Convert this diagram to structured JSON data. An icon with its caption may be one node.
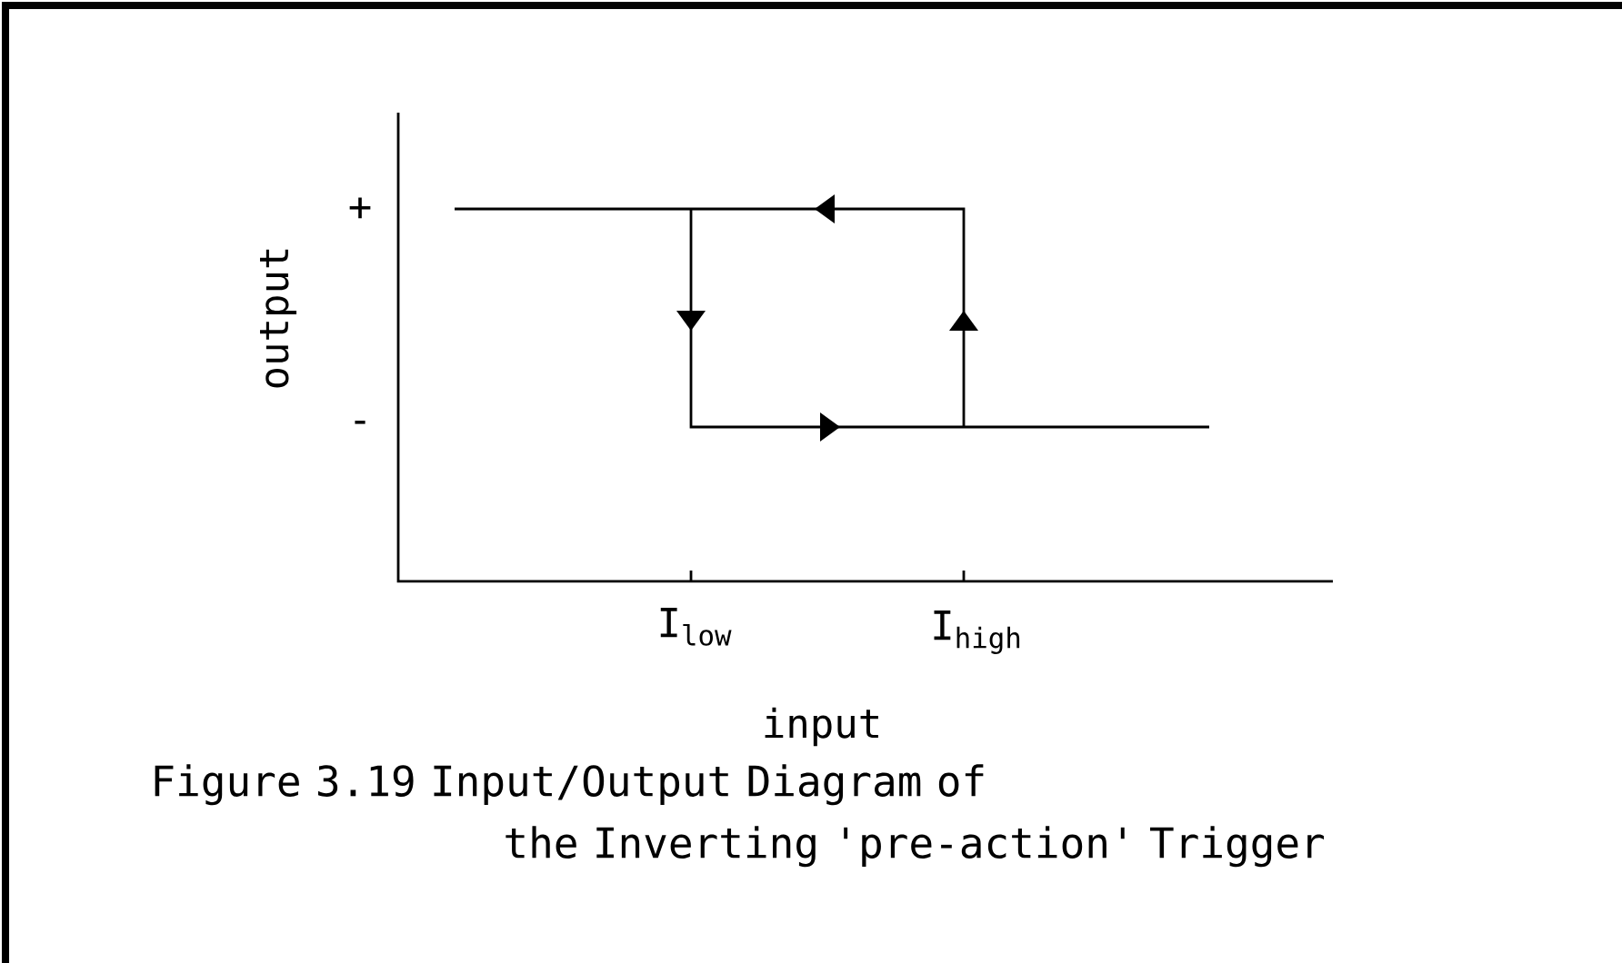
{
  "diagram": {
    "caption": "Figure 3.19 Input/Output Diagram of the Inverting 'pre-action' Trigger",
    "labels": [
      "output",
      "+",
      "-",
      "I$_{low}$",
      "I$_{high}$",
      "input"
    ]
  }
}
